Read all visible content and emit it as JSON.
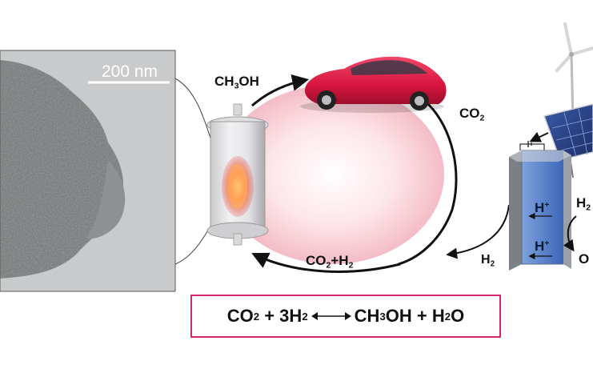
{
  "micrograph": {
    "scale_bar_label": "200 nm"
  },
  "cycle": {
    "top_label": {
      "main": "CH",
      "sub": "3",
      "tail": "OH"
    },
    "right_label": {
      "main": "CO",
      "sub": "2"
    },
    "bottom_label": {
      "part1": "CO",
      "sub1": "2",
      "part2": "+H",
      "sub2": "2"
    },
    "h2_feed_label": {
      "main": "H",
      "sub": "2"
    }
  },
  "electrolyzer": {
    "proton_label_top": {
      "main": "H",
      "sup": "+"
    },
    "proton_label_bottom": {
      "main": "H",
      "sup": "+"
    },
    "h2_out_label": {
      "main": "H",
      "sub": "2"
    },
    "o2_out_label": "O"
  },
  "equation": {
    "r1": "CO",
    "r1_sub": "2",
    "plus1": " + 3H",
    "r2_sub": "2",
    "p1": "CH",
    "p1_sub": "3",
    "p1_tail": "OH + H",
    "p2_sub": "2",
    "p2_tail": "O"
  },
  "colors": {
    "equation_border": "#d2296e",
    "car_body": "#d8153f",
    "cycle_glow": "#f6c8cf",
    "electrolyzer_fluid": "#4a78c8",
    "reactor_glow": "#ff6a2a"
  },
  "icons": [
    "car-icon",
    "reactor-icon",
    "wind-turbine-icon",
    "solar-panel-icon",
    "electrolyzer-icon",
    "tem-micrograph"
  ]
}
